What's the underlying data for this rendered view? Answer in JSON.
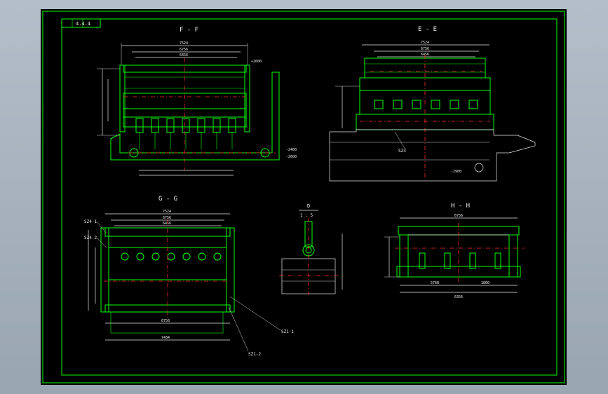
{
  "title_block": {
    "label": "4.4.4"
  },
  "views": {
    "ff": {
      "title": "F - F"
    },
    "ee": {
      "title": "E - E"
    },
    "gg": {
      "title": "G - G"
    },
    "hh": {
      "title": "H - H"
    },
    "detail": {
      "title": "D",
      "scale": "1 : 5"
    }
  },
  "callouts": {
    "sz3": "SZ3",
    "sz4_1": "SZ4-1",
    "sz4_2": "SZ4-2",
    "sz1_1": "SZ1-1",
    "sz1_2": "SZ1-2"
  },
  "dims": {
    "ff_total": "7524",
    "ff_inner": "6756",
    "ff_inner2": "6456",
    "ee_total": "7524",
    "ee_inner": "6756",
    "ee_inner2": "6456",
    "gg_total": "7524",
    "gg_inner": "6756",
    "gg_inner2": "6456",
    "gg_bottom": "6756",
    "gg_bottom2": "7434",
    "hh_total": "6756",
    "hh_span1": "5768",
    "hh_span2": "1800",
    "hh_bottom": "6356",
    "lvl_plus_1": "+2600",
    "lvl_minus_1": "-2400",
    "lvl_minus_2": "-2600",
    "lvl_ee_minus": "-2900"
  },
  "colors": {
    "line": "#00ff00",
    "center": "#ff2a2a",
    "dim": "#e8e8e8",
    "paper": "#000000"
  }
}
